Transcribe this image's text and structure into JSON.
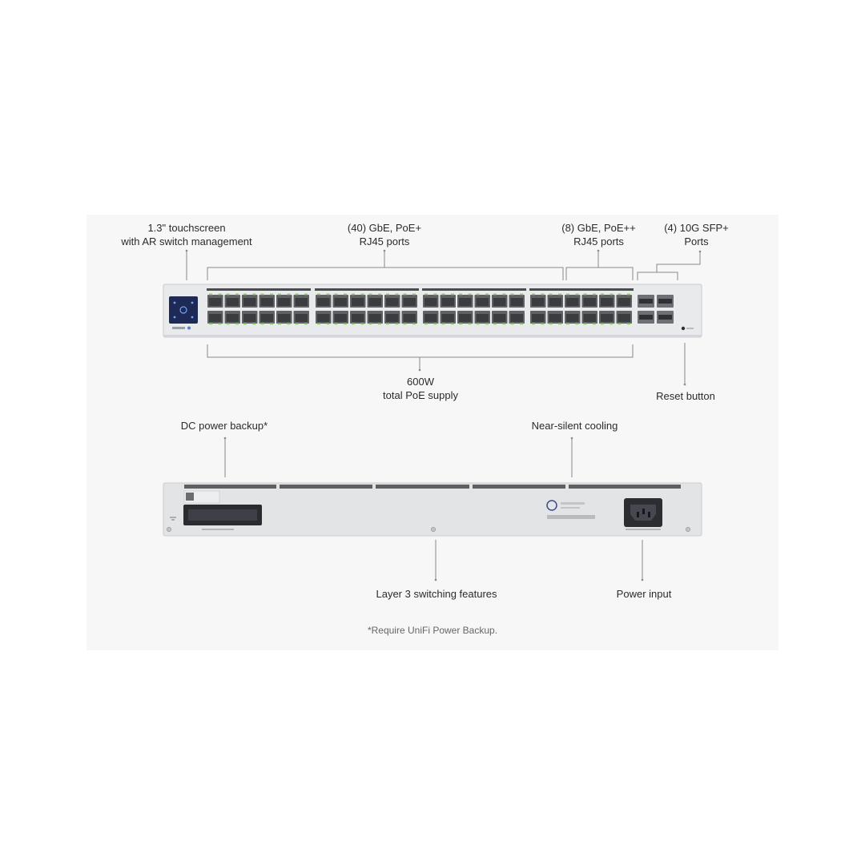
{
  "front_callouts": {
    "touchscreen": "1.3\" touchscreen\nwith AR switch management",
    "gbe_poe_plus": "(40) GbE, PoE+\nRJ45 ports",
    "gbe_poe_plus_plus": "(8) GbE, PoE++\nRJ45 ports",
    "sfp_plus": "(4) 10G SFP+\nPorts",
    "poe_supply": "600W\ntotal PoE supply",
    "reset": "Reset button"
  },
  "rear_callouts": {
    "dc_backup": "DC power backup*",
    "cooling": "Near-silent cooling",
    "layer3": "Layer 3 switching features",
    "power_input": "Power input"
  },
  "footnote": "*Require UniFi Power Backup.",
  "device": {
    "front_ports_top_row": 24,
    "front_ports_bottom_row": 24,
    "sfp_ports": 4,
    "colors": {
      "chassis": "#e9eaec",
      "chassis_edge": "#c9cbcf",
      "port_body": "#5f6165",
      "port_led": "#8fd46a",
      "screen": "#1e2a55",
      "screen_glyph": "#6fa3ff"
    }
  }
}
